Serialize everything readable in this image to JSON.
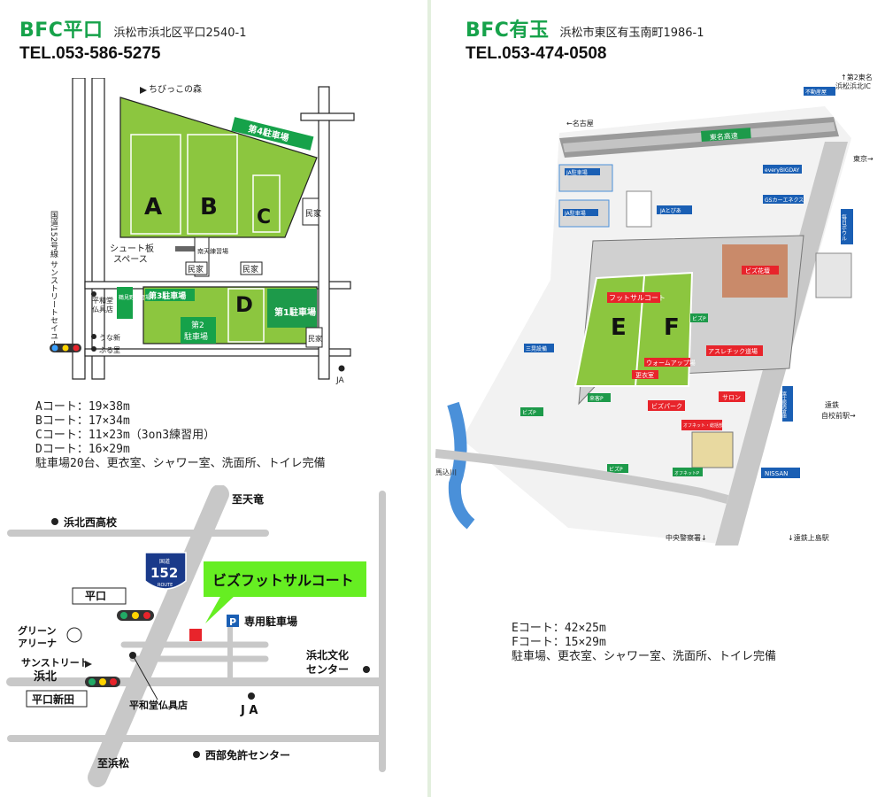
{
  "hiraguchi": {
    "name": "BFC平口",
    "address": "浜松市浜北区平口2540-1",
    "tel": "TEL.053-586-5275",
    "map": {
      "forest": "ちびっこの森",
      "parking4": "第4駐車場",
      "court_a": "A",
      "court_b": "B",
      "court_c": "C",
      "court_d": "D",
      "house": "民家",
      "shoot_board_1": "シュート板",
      "shoot_board_2": "スペース",
      "practice_field": "南天練習場",
      "parking3": "第3駐車場",
      "parking1": "第1駐車場",
      "parking2_1": "第2",
      "parking2_2": "駐車場",
      "natl_road": "国道152号線",
      "sunstreet": "サンストリートセイユー",
      "heiwado_1": "平和堂",
      "heiwado_2": "仏具店",
      "practice_ground": "鶴見野練習場",
      "unashin": "うな新",
      "furusato": "ふる里",
      "ja": "JA"
    },
    "specs": [
      "Aコート：19×38m",
      "Bコート：17×34m",
      "Cコート：11×23m（3on3練習用）",
      "Dコート：16×29m",
      "駐車場20台、更衣室、シャワー室、洗面所、トイレ完備"
    ]
  },
  "arita": {
    "name": "BFC有玉",
    "address": "浜松市東区有玉南町1986-1",
    "tel": "TEL.053-474-0508",
    "map": {
      "tomei_north_1": "↑第2東名",
      "tomei_north_2": "浜松浜北IC",
      "fudosan": "不動産屋",
      "nagoya": "←名古屋",
      "tomei": "東名高速",
      "tokyo": "東京→",
      "everybig": "everyBIGDAY",
      "gs": "GSカーエネクス",
      "ja_parking1": "JA駐車場",
      "ja_parking2": "JA駐車場",
      "ja_toppi": "JAとぴあ",
      "bowl": "毎日ボウル",
      "biz_flower": "ビズ花壇",
      "futsal_court": "フットサルコート",
      "court_e": "E",
      "court_f": "F",
      "biz_p": "ビズP",
      "warmup": "ウォームアップ場",
      "locker": "更衣室",
      "athletic": "アスレチック道場",
      "salon": "サロン",
      "biz_park": "ビズパーク",
      "sanyo": "三晃設備",
      "visitor_p": "来客P",
      "office": "オフネット・総括部",
      "entotetsu_1": "遠鉄",
      "entotetsu_2": "自校前駅→",
      "fuji_house": "富士販売倉庫",
      "nissan": "NISSAN",
      "mamakomi": "馬込川",
      "biz_p2": "ビズP",
      "office_p": "オフネットP",
      "police": "中央警察署↓",
      "kamijima": "↓遠鉄上島駅"
    },
    "specs": [
      "Eコート：42×25m",
      "Fコート：15×29m",
      "駐車場、更衣室、シャワー室、洗面所、トイレ完備"
    ]
  },
  "route": {
    "shitenryu": "至天竜",
    "hamakita_west": "浜北西高校",
    "route_no": "152",
    "route_label": "国道",
    "route_sub": "ROUTE",
    "callout": "ビズフットサルコート",
    "heiguchi": "平口",
    "parking": "専用駐車場",
    "parking_icon": "P",
    "green_arena_1": "グリーン",
    "green_arena_2": "アリーナ",
    "sunstreet": "サンストリート",
    "hamakita": "浜北",
    "bunka_1": "浜北文化",
    "bunka_2": "センター",
    "heiguchi_shinden": "平口新田",
    "heiwado": "平和堂仏具店",
    "ja": "J A",
    "hamamatsu": "至浜松",
    "seibu": "西部免許センター"
  },
  "colors": {
    "brand_green": "#16a24a",
    "court_green": "#8cc63f",
    "field_dark": "#1d9a4a",
    "callout": "#66ee22",
    "road": "#c8c8c8",
    "red": "#e8242b"
  }
}
